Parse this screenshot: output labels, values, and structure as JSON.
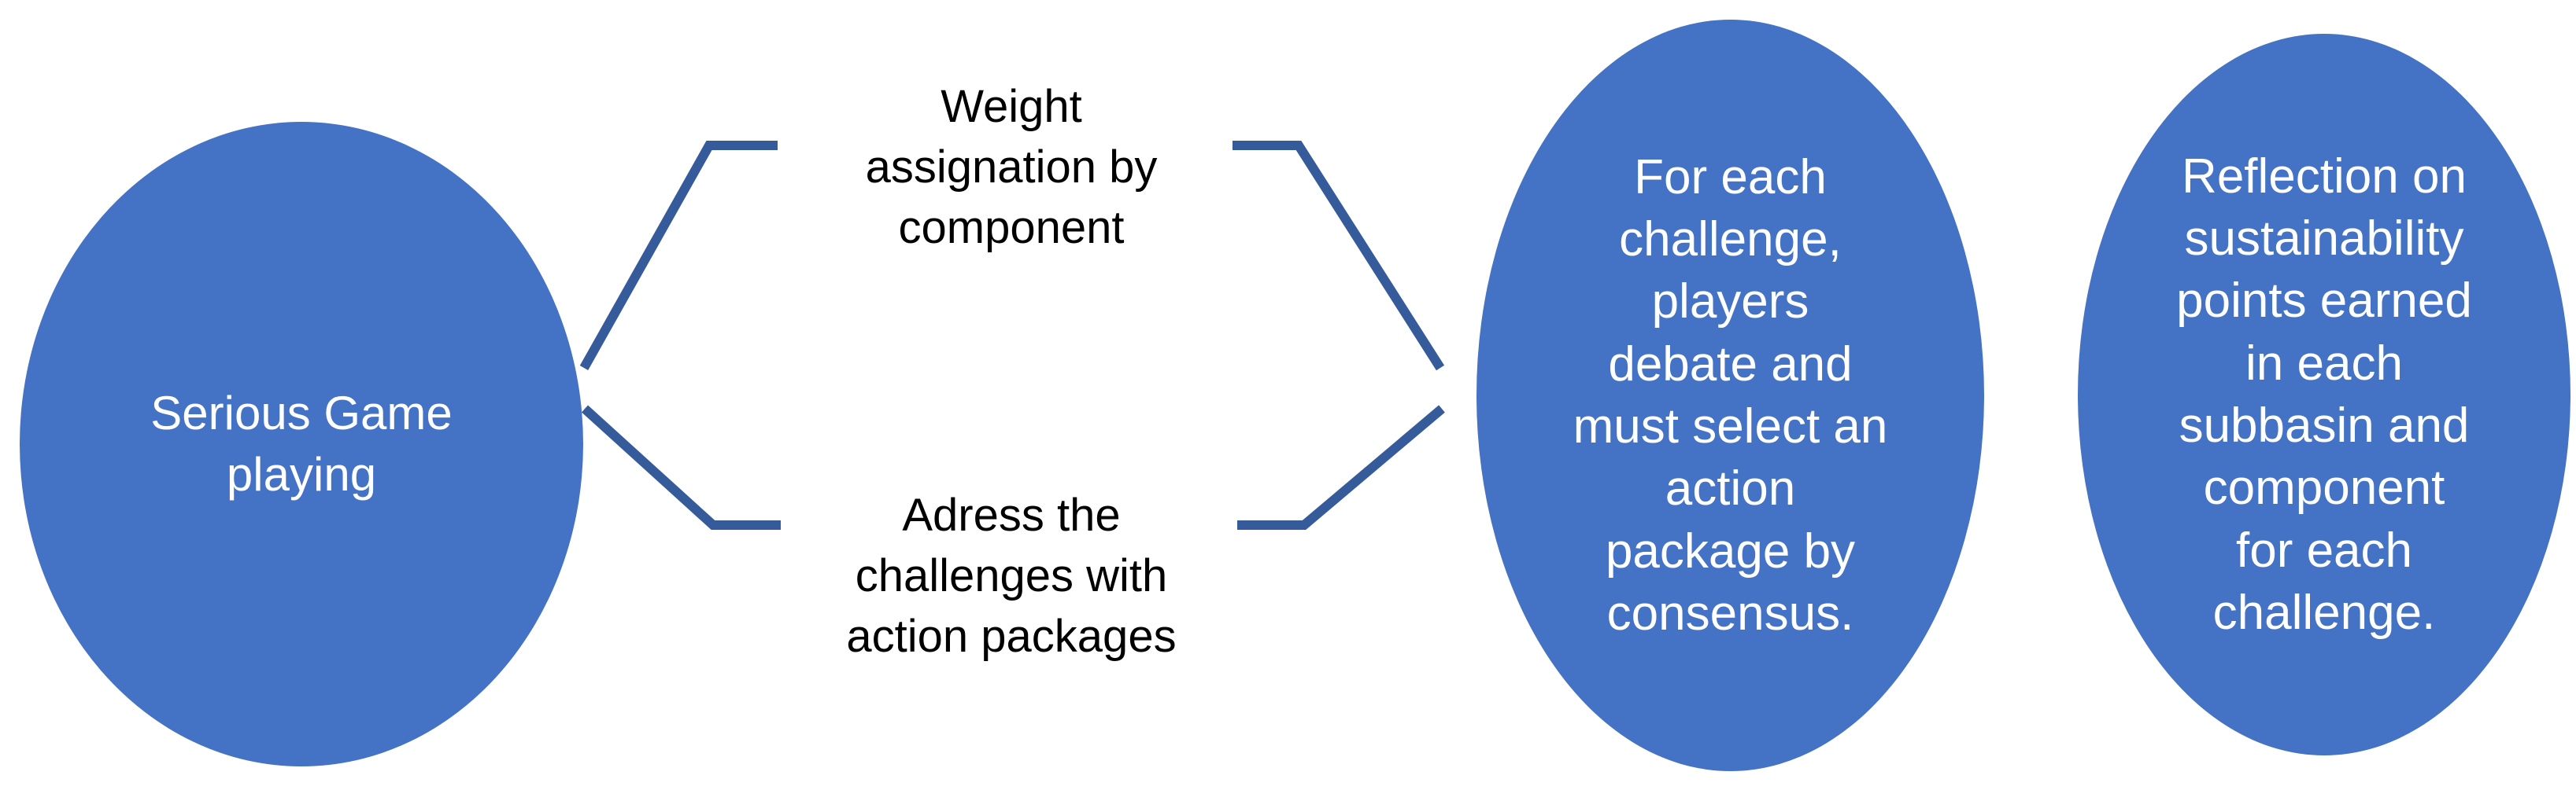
{
  "diagram": {
    "type": "flow-diagram",
    "title": "Serious Game playing process flow",
    "colors": {
      "node_fill": "#4472C4",
      "node_text": "#FFFFFF",
      "connector": "#355B9A",
      "label_text": "#000000",
      "background": "#FFFFFF"
    },
    "nodes": [
      {
        "id": "serious-game",
        "shape": "ellipse",
        "label": "Serious Game\nplaying"
      },
      {
        "id": "debate",
        "shape": "ellipse",
        "label": "For each\nchallenge,\nplayers\ndebate and\nmust select an\naction\npackage by\nconsensus."
      },
      {
        "id": "reflection",
        "shape": "ellipse",
        "label": "Reflection on\nsustainability\npoints earned\nin each\nsubbasin and\ncomponent\nfor each\nchallenge."
      }
    ],
    "edge_labels": [
      {
        "id": "weight-assignation",
        "text": "Weight\nassignation by\ncomponent"
      },
      {
        "id": "address-challenges",
        "text": "Adress the\nchallenges with\naction packages"
      }
    ],
    "connectors": [
      {
        "id": "connector-upper-left",
        "from": "serious-game",
        "to": "weight-assignation"
      },
      {
        "id": "connector-lower-left",
        "from": "serious-game",
        "to": "address-challenges"
      },
      {
        "id": "connector-upper-right",
        "from": "weight-assignation",
        "to": "debate"
      },
      {
        "id": "connector-lower-right",
        "from": "address-challenges",
        "to": "debate"
      }
    ]
  }
}
